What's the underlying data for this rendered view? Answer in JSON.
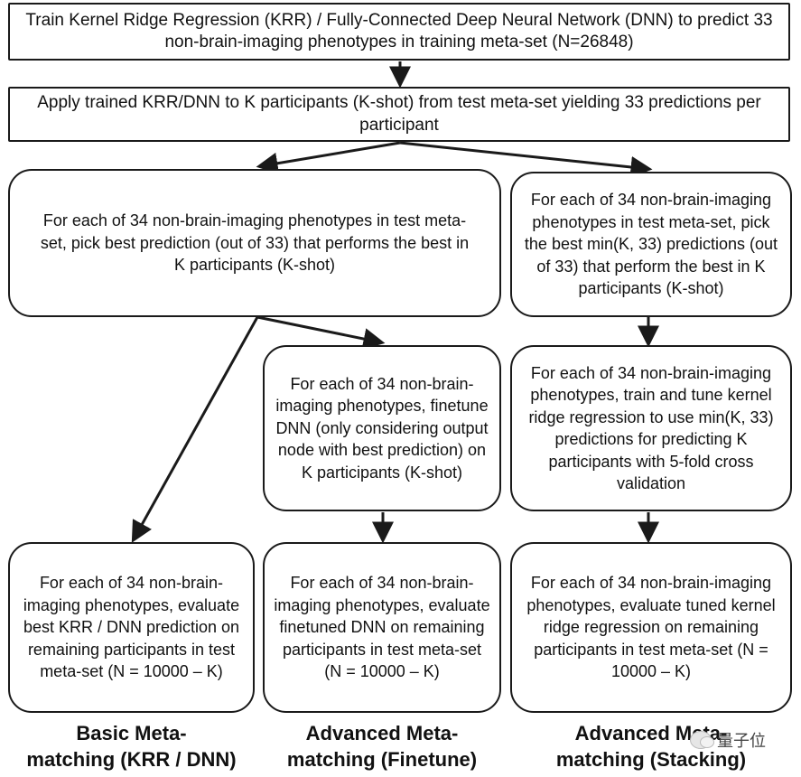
{
  "boxes": {
    "train": "Train Kernel Ridge Regression (KRR) / Fully-Connected Deep Neural Network (DNN) to predict 33 non-brain-imaging phenotypes in training meta-set (N=26848)",
    "apply": "Apply trained KRR/DNN to K participants (K-shot) from test meta-set yielding 33 predictions per participant",
    "pick_best": "For each of 34 non-brain-imaging phenotypes in test meta-set, pick best prediction (out of 33) that performs the best in K participants (K-shot)",
    "pick_min": "For each of 34 non-brain-imaging phenotypes in test meta-set, pick the best min(K, 33) predictions (out of 33) that perform the best in K participants (K-shot)",
    "finetune": "For each of 34 non-brain-imaging phenotypes, finetune DNN (only considering output node with best prediction) on K participants (K-shot)",
    "train_tune": "For each of 34 non-brain-imaging phenotypes, train and tune kernel ridge regression to use min(K, 33) predictions for predicting K participants with 5-fold cross validation",
    "eval_basic": "For each of 34 non-brain-imaging phenotypes, evaluate best KRR / DNN prediction on remaining participants in test meta-set (N = 10000 – K)",
    "eval_finetune": "For each of 34 non-brain-imaging phenotypes, evaluate finetuned DNN on remaining participants in test meta-set (N = 10000 – K)",
    "eval_stacking": "For each of 34 non-brain-imaging phenotypes, evaluate tuned kernel ridge regression on remaining participants in test meta-set (N = 10000 – K)"
  },
  "labels": {
    "basic_line1": "Basic Meta-",
    "basic_line2": "matching (KRR / DNN)",
    "finetune_line1": "Advanced Meta-",
    "finetune_line2": "matching (Finetune)",
    "stacking_line1": "Advanced Meta-",
    "stacking_line2": "matching (Stacking)"
  },
  "watermark": "量子位",
  "colors": {
    "stroke": "#1a1a1a",
    "text": "#111111"
  }
}
